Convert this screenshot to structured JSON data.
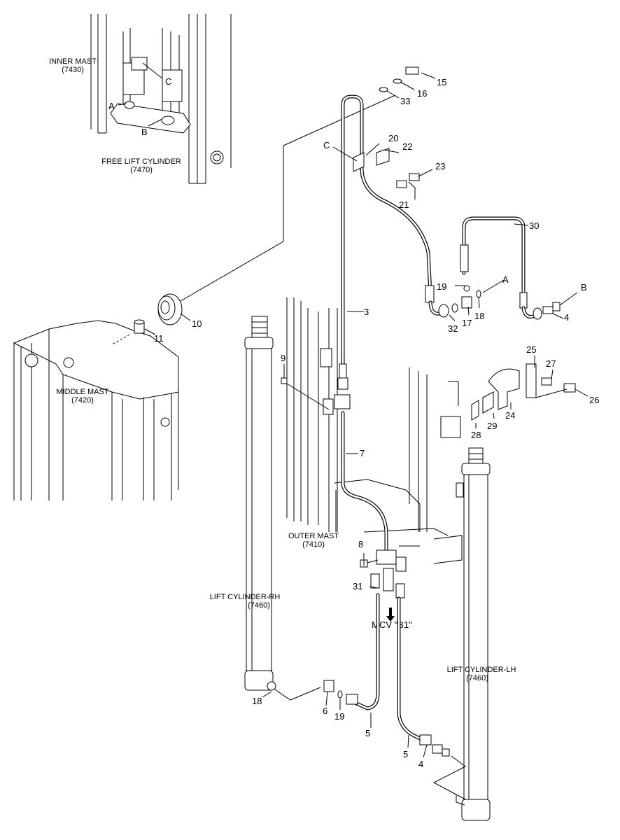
{
  "assemblies": {
    "inner_mast": [
      "INNER MAST",
      "(7430)"
    ],
    "free_lift_cylinder": [
      "FREE LIFT CYLINDER",
      "(7470)"
    ],
    "middle_mast": [
      "MIDDLE MAST",
      "(7420)"
    ],
    "outer_mast": [
      "OUTER MAST",
      "(7410)"
    ],
    "lift_cylinder_rh": [
      "LIFT CYLINDER-RH",
      "(7460)"
    ],
    "lift_cylinder_lh": [
      "LIFT CYLINDER-LH",
      "(7460)"
    ],
    "mcv": "MCV \"B1\""
  },
  "callouts": [
    "15",
    "16",
    "33",
    "20",
    "22",
    "23",
    "21",
    "30",
    "19",
    "17",
    "18",
    "A",
    "B",
    "4",
    "32",
    "3",
    "10",
    "11",
    "9",
    "7",
    "25",
    "27",
    "26",
    "24",
    "29",
    "28",
    "8",
    "31",
    "18",
    "6",
    "19",
    "5",
    "5",
    "4",
    "C",
    "A",
    "B",
    "C"
  ]
}
